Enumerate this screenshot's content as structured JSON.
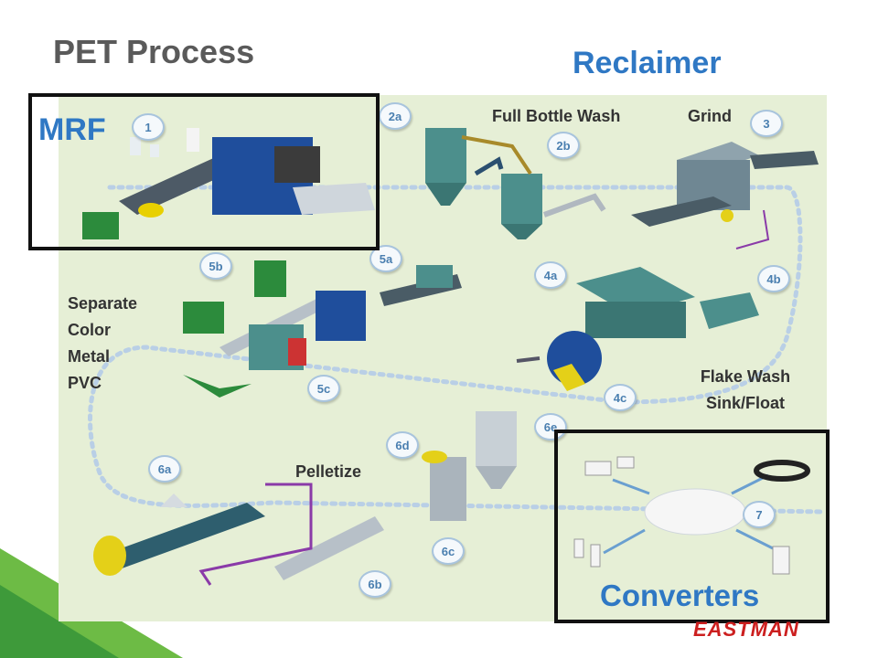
{
  "title": "PET Process",
  "sections": {
    "reclaimer": "Reclaimer",
    "mrf": "MRF",
    "converters": "Converters"
  },
  "stage_labels": {
    "full_bottle_wash": "Full Bottle Wash",
    "grind": "Grind",
    "separate": [
      "Separate",
      "Color",
      "Metal",
      "PVC"
    ],
    "flake_wash": [
      "Flake Wash",
      "Sink/Float"
    ],
    "pelletize": "Pelletize"
  },
  "steps": [
    "1",
    "2a",
    "2b",
    "3",
    "4a",
    "4b",
    "4c",
    "5a",
    "5b",
    "5c",
    "6a",
    "6b",
    "6c",
    "6d",
    "6e",
    "7"
  ],
  "brand": "EASTMAN",
  "colors": {
    "accent": "#2f78c4",
    "panel": "#e6efd6",
    "brand": "#cc1f1f"
  }
}
